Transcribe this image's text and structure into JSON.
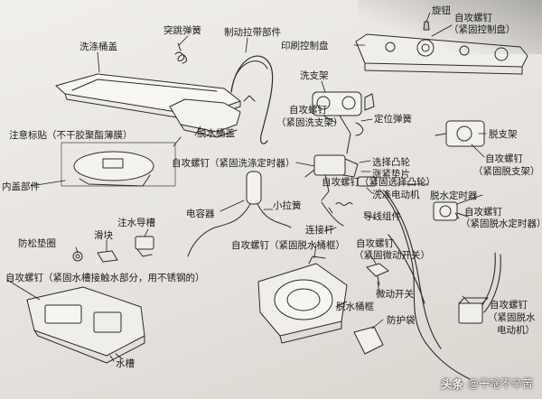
{
  "labels": {
    "tufang_spring": "突跳弹簧",
    "brake_belt": "制动拉带部件",
    "knob": "旋钮",
    "screw_board": "自攻螺钉",
    "screw_board_note": "（紧固控制盘）",
    "pcb_panel": "印刷控制盘",
    "wash_lid": "洗涤桶盖",
    "wash_bracket": "洗支架",
    "spin_lid": "脱水桶盖",
    "positioning_spring": "定位弹簧",
    "screw_wash_bracket": "自攻螺钉",
    "screw_wash_bracket_note": "（紧固洗支架）",
    "spin_bracket": "脱支架",
    "notice_label": "注意标贴（不干胶聚酯薄膜）",
    "screw_spin_bracket": "自攻螺钉",
    "screw_spin_bracket_note": "（紧固脱支架）",
    "screw_wash_timer": "自攻螺钉（紧固洗涤定时器）",
    "select_cam": "选择凸轮",
    "expansion_pad": "涨紧垫片",
    "inner_lid": "内盖部件",
    "screw_cam": "自攻螺钉（紧固选择凸轮）",
    "wash_motor": "洗涤电动机",
    "spin_timer": "脱水定时器",
    "pull_spring": "小拉簧",
    "capacitor": "电容器",
    "wire_assembly": "导线组件",
    "screw_spin_timer": "自攻螺钉",
    "screw_spin_timer_note": "（紧固脱水定时器）",
    "inlet_groove": "注水导槽",
    "connecting_rod": "连接杆",
    "slider": "滑块",
    "anti_loose_washer": "防松垫圈",
    "screw_spin_frame": "自攻螺钉（紧固脱水桶框）",
    "screw_microswitch": "自攻螺钉",
    "screw_microswitch_note": "（紧固微动开关）",
    "screw_water_part": "自攻螺钉（紧固水槽接触水部分，用不锈钢的）",
    "microswitch": "微动开关",
    "spin_tub_frame": "脱水桶框",
    "screw_spin_motor": "自攻螺钉",
    "screw_spin_motor_note": "（紧固脱水",
    "screw_spin_motor_note2": "电动机）",
    "protective_bag": "防护袋",
    "water_tank": "水槽"
  },
  "watermark": {
    "brand": "头条",
    "handle": "@干啥不辛苦"
  }
}
